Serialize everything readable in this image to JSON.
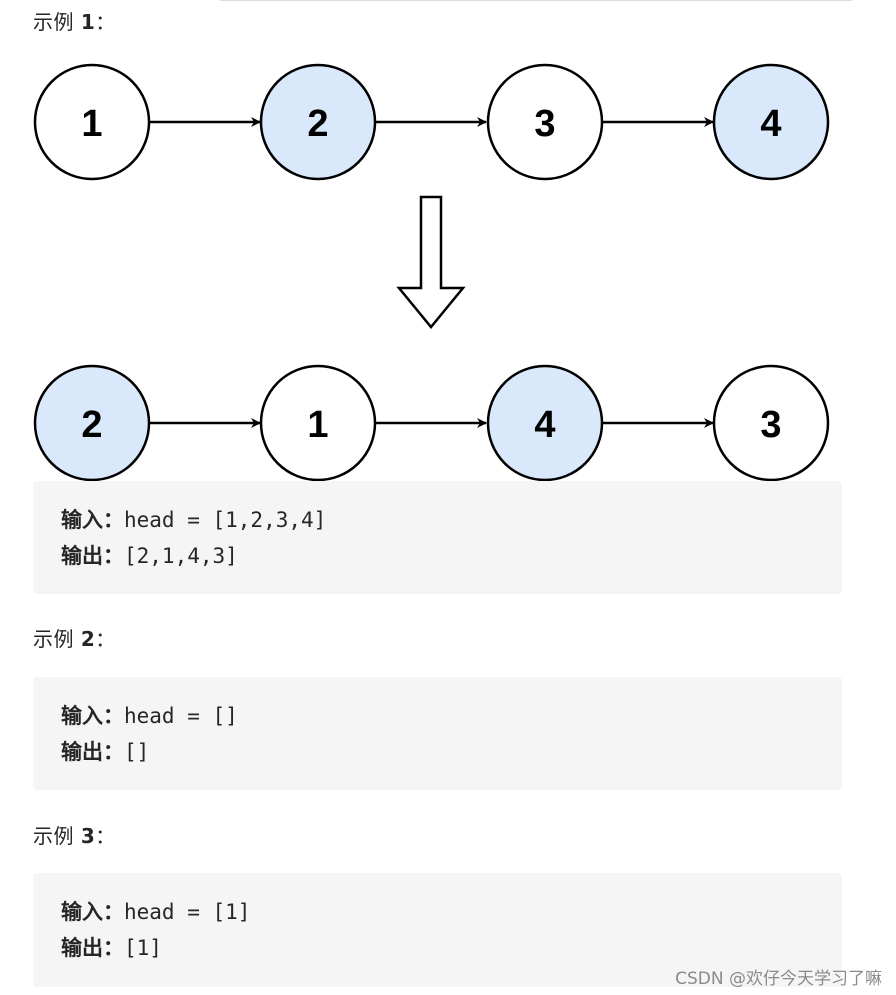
{
  "examples": [
    {
      "heading_prefix": "示例 ",
      "heading_num": "1",
      "heading_suffix": "：",
      "before_nodes": [
        "1",
        "2",
        "3",
        "4"
      ],
      "after_nodes": [
        "2",
        "1",
        "4",
        "3"
      ],
      "input_label": "输入：",
      "input_value": "head = [1,2,3,4]",
      "output_label": "输出：",
      "output_value": "[2,1,4,3]"
    },
    {
      "heading_prefix": "示例 ",
      "heading_num": "2",
      "heading_suffix": "：",
      "input_label": "输入：",
      "input_value": "head = []",
      "output_label": "输出：",
      "output_value": "[]"
    },
    {
      "heading_prefix": "示例 ",
      "heading_num": "3",
      "heading_suffix": "：",
      "input_label": "输入：",
      "input_value": "head = [1]",
      "output_label": "输出：",
      "output_value": "[1]"
    }
  ],
  "colors": {
    "highlight_node": "#dae8fc",
    "plain_node": "#ffffff",
    "code_background": "#f5f5f5"
  },
  "watermark": "CSDN @欢仔今天学习了嘛"
}
